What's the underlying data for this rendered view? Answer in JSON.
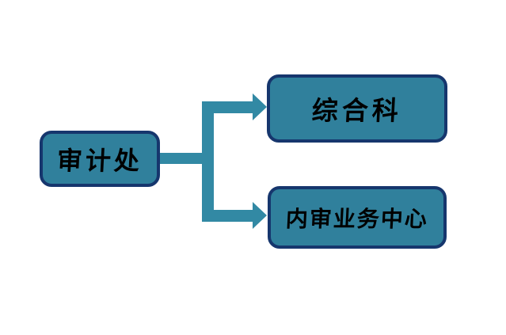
{
  "diagram": {
    "type": "org-chart",
    "background_color": "#ffffff",
    "node_fill_color": "#30809C",
    "node_border_color": "#16366D",
    "connector_color": "#3289A4",
    "text_color": "#000000",
    "root": {
      "label": "审计处"
    },
    "children": [
      {
        "label": "综合科"
      },
      {
        "label": "内审业务中心"
      }
    ]
  }
}
